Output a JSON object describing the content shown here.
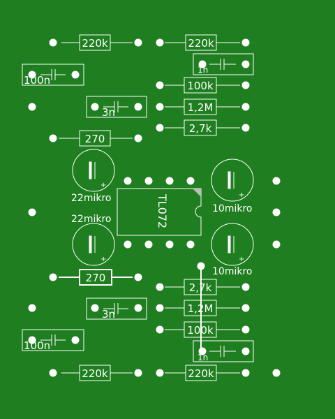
{
  "labels": {
    "r_220k": "220k",
    "r_100k": "100k",
    "r_1_2m": "1,2M",
    "r_2_7k": "2,7k",
    "r_270": "270",
    "c_100n": "100n",
    "c_1n": "1n",
    "c_3n": "3n",
    "e_22mikro": "22mikro",
    "e_10mikro": "10mikro",
    "ic_tl072": "TL072",
    "plus": "+"
  },
  "colors": {
    "board": "#1f7f20",
    "silk": "#ffffff",
    "pad": "#ffffff"
  }
}
